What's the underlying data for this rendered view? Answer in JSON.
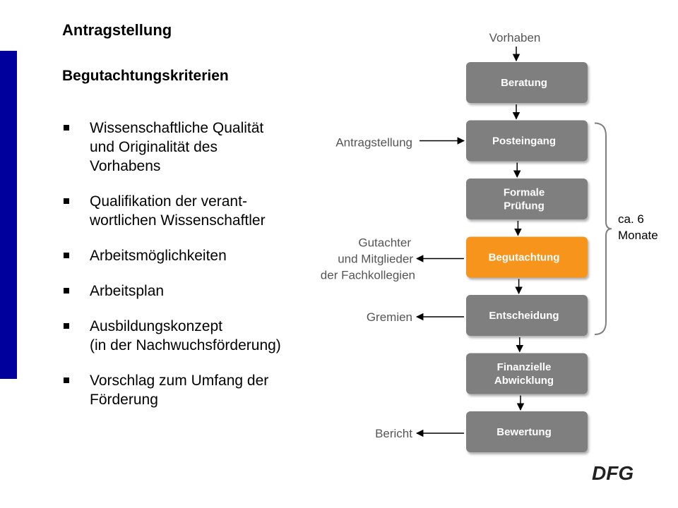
{
  "title": "Antragstellung",
  "subtitle": "Begutachtungskriterien",
  "criteria": [
    [
      "Wissenschaftliche Qualität",
      "und Originalität des",
      "Vorhabens"
    ],
    [
      "Qualifikation der verant-",
      "wortlichen Wissenschaftler"
    ],
    [
      "Arbeitsmöglichkeiten"
    ],
    [
      "Arbeitsplan"
    ],
    [
      "Ausbildungskonzept",
      "(in der Nachwuchsförderung)"
    ],
    [
      "Vorschlag zum Umfang der",
      "Förderung"
    ]
  ],
  "flow": {
    "top_label": "Vorhaben",
    "steps": [
      {
        "label": [
          "Beratung"
        ],
        "highlight": false
      },
      {
        "label": [
          "Posteingang"
        ],
        "highlight": false
      },
      {
        "label": [
          "Formale",
          "Prüfung"
        ],
        "highlight": false
      },
      {
        "label": [
          "Begutachtung"
        ],
        "highlight": true
      },
      {
        "label": [
          "Entscheidung"
        ],
        "highlight": false
      },
      {
        "label": [
          "Finanzielle",
          "Abwicklung"
        ],
        "highlight": false
      },
      {
        "label": [
          "Bewertung"
        ],
        "highlight": false
      }
    ],
    "side_labels": [
      {
        "step": 1,
        "lines": [
          "Antragstellung"
        ],
        "direction": "in"
      },
      {
        "step": 3,
        "lines": [
          "Gutachter",
          "und Mitglieder",
          "der Fachkollegien"
        ],
        "direction": "out"
      },
      {
        "step": 4,
        "lines": [
          "Gremien"
        ],
        "direction": "out"
      },
      {
        "step": 6,
        "lines": [
          "Bericht"
        ],
        "direction": "out"
      }
    ],
    "duration_label": [
      "ca. 6",
      "Monate"
    ]
  },
  "colors": {
    "box": "#7f7f7f",
    "box_highlight": "#f7941d",
    "accent_bar": "#00009c"
  },
  "logo": "DFG"
}
